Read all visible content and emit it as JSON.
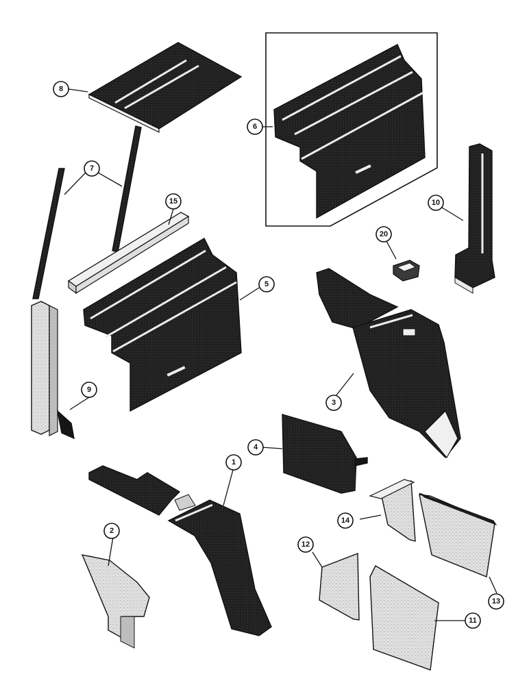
{
  "diagram": {
    "callouts": [
      {
        "id": "c1",
        "label": "1"
      },
      {
        "id": "c2",
        "label": "2"
      },
      {
        "id": "c3",
        "label": "3"
      },
      {
        "id": "c4",
        "label": "4"
      },
      {
        "id": "c5",
        "label": "5"
      },
      {
        "id": "c6",
        "label": "6"
      },
      {
        "id": "c7",
        "label": "7"
      },
      {
        "id": "c8",
        "label": "8"
      },
      {
        "id": "c9",
        "label": "9"
      },
      {
        "id": "c10",
        "label": "10"
      },
      {
        "id": "c11",
        "label": "11"
      },
      {
        "id": "c12",
        "label": "12"
      },
      {
        "id": "c13",
        "label": "13"
      },
      {
        "id": "c14",
        "label": "14"
      },
      {
        "id": "c15",
        "label": "15"
      },
      {
        "id": "c20",
        "label": "20"
      }
    ],
    "colors": {
      "ink": "#111111",
      "dark_part": "#1a1a1a",
      "light_part": "#d8d8d8",
      "background": "#ffffff"
    }
  }
}
